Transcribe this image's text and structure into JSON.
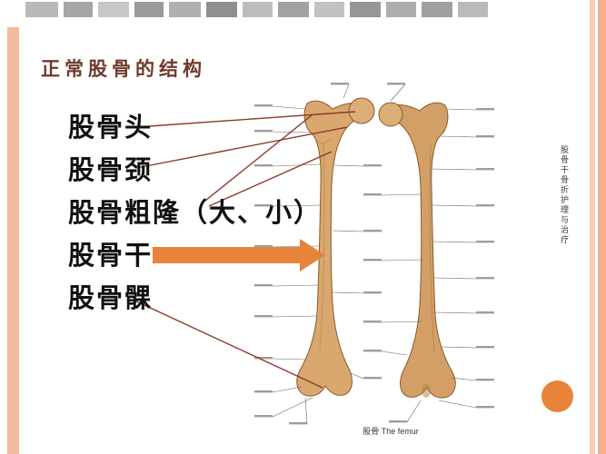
{
  "slide": {
    "title": "正常股骨的结构",
    "items": [
      "股骨头",
      "股骨颈",
      "股骨粗隆（大、小）",
      "股骨干",
      "股骨髁"
    ],
    "figure_caption": "股骨 The femur"
  },
  "sidebar": {
    "vertical_text": "股骨干骨折护理与治疗"
  },
  "colors": {
    "accent_orange": "#E8833A",
    "stripe_peach": "#F2BB9B",
    "title_color": "#6E3B2B",
    "leader_line": "#8A3A2A"
  }
}
